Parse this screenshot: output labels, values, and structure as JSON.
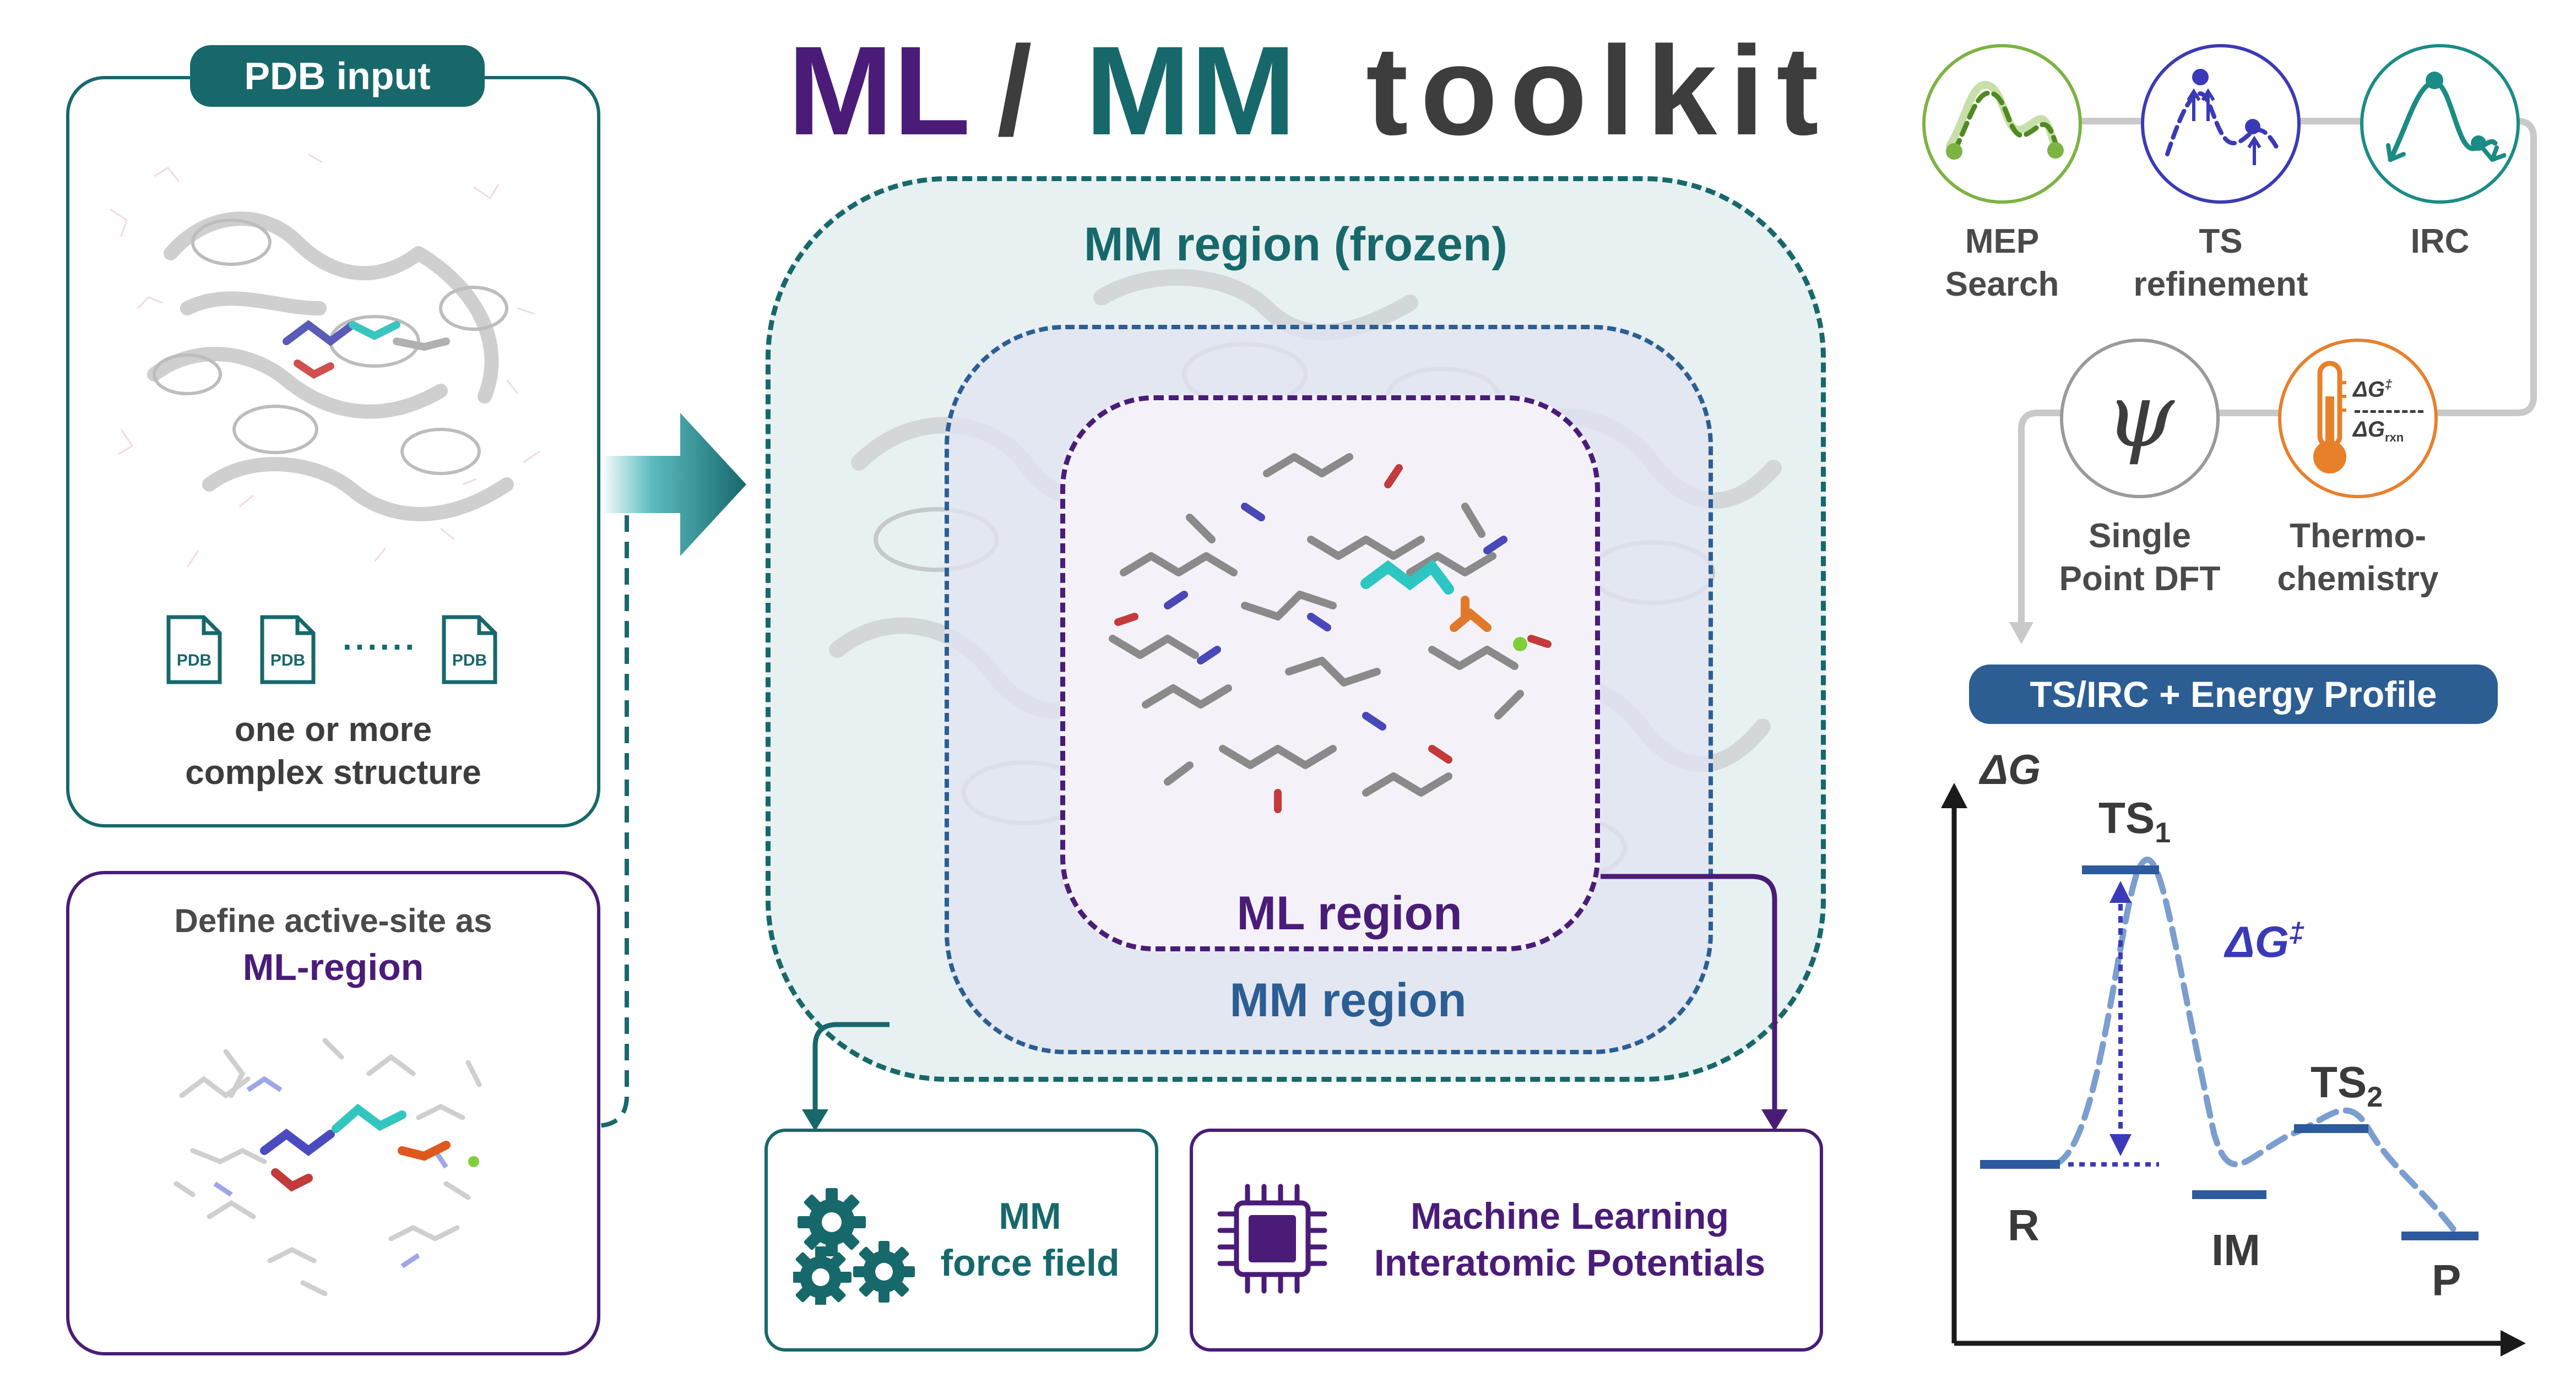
{
  "title": {
    "part1": "ML",
    "sep": "/",
    "part2": "MM",
    "part3": "toolkit"
  },
  "colors": {
    "ml": "#4a1c78",
    "mm_teal": "#17686b",
    "mm_blue": "#2c5e93",
    "mep": "#7cb342",
    "ts": "#3a3ab8",
    "irc": "#1a8c84",
    "thermo": "#e8802a",
    "grey": "#9a9a9a",
    "profile_blue": "#2c5a9c"
  },
  "pdb_panel": {
    "pill": "PDB input",
    "file_icons": [
      "PDB",
      "PDB",
      "PDB"
    ],
    "dots": "......",
    "caption_line1": "one or more",
    "caption_line2": "complex structure"
  },
  "ml_panel": {
    "line1": "Define active-site as",
    "line2": "ML-region"
  },
  "regions": {
    "frozen": "MM region (frozen)",
    "mm": "MM region",
    "ml": "ML region"
  },
  "boxes": {
    "mm_line1": "MM",
    "mm_line2": "force field",
    "ml_line1": "Machine Learning",
    "ml_line2": "Interatomic Potentials"
  },
  "workflow": {
    "mep": {
      "l1": "MEP",
      "l2": "Search",
      "icon": "mep-curve-icon"
    },
    "ts": {
      "l1": "TS",
      "l2": "refinement",
      "icon": "ts-refinement-icon"
    },
    "irc": {
      "l1": "IRC",
      "icon": "irc-curve-icon"
    },
    "dft": {
      "l1": "Single",
      "l2": "Point DFT",
      "symbol": "ψ"
    },
    "thermo": {
      "l1": "Thermo-",
      "l2": "chemistry",
      "top": "ΔG",
      "top_sup": "‡",
      "bottom": "ΔG",
      "bottom_sub": "rxn",
      "icon": "thermometer-icon"
    },
    "result_pill": "TS/IRC + Energy Profile"
  },
  "profile": {
    "yaxis": "ΔG",
    "barrier": "ΔG",
    "barrier_sup": "‡",
    "states": {
      "R": "R",
      "TS1": "TS",
      "TS1_sub": "1",
      "IM": "IM",
      "TS2": "TS",
      "TS2_sub": "2",
      "P": "P"
    }
  }
}
